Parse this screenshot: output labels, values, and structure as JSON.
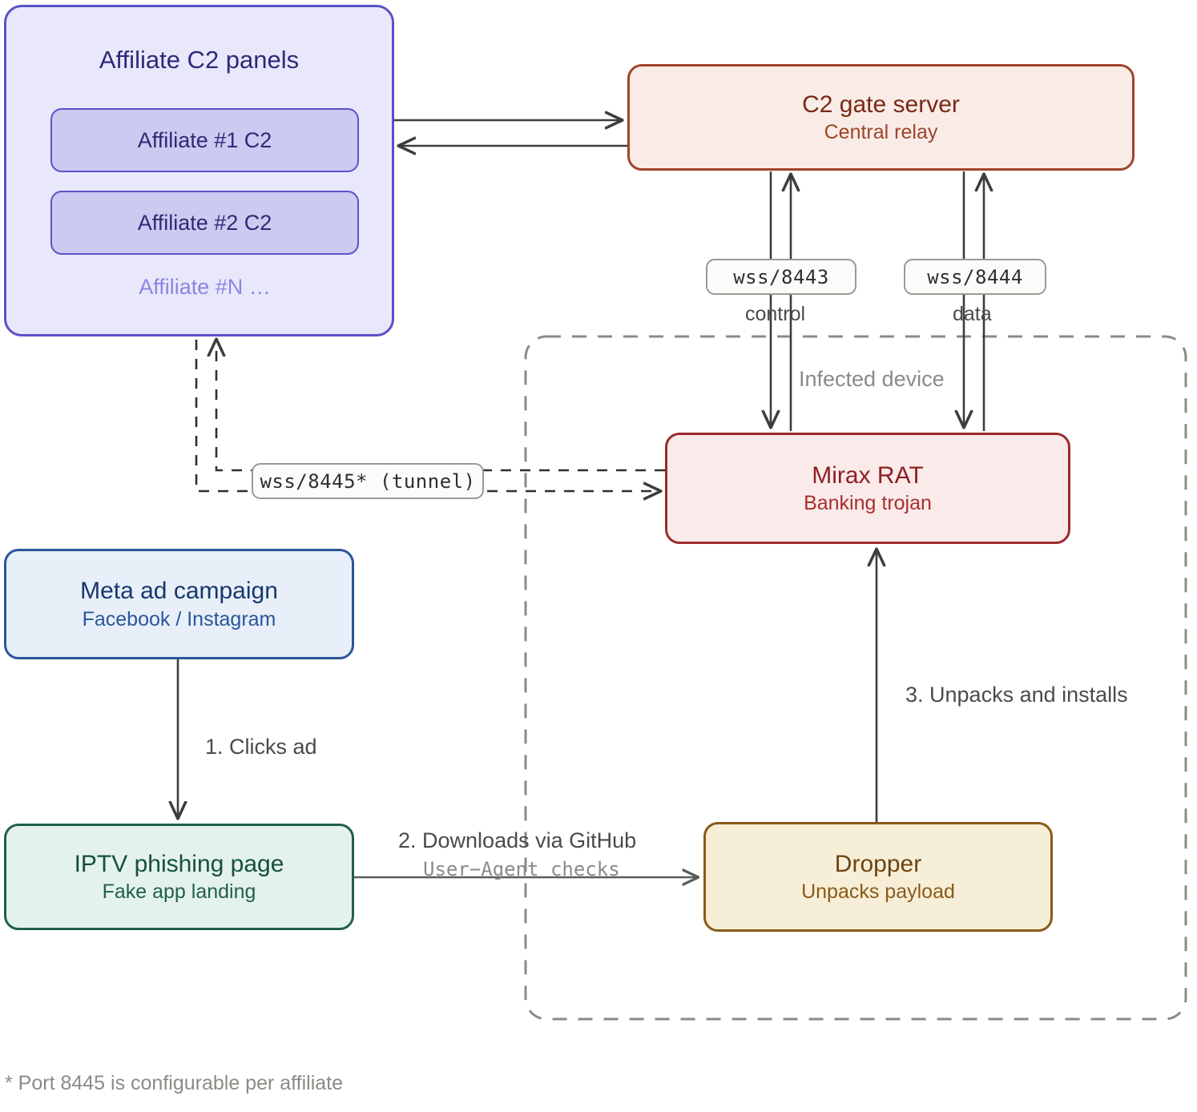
{
  "diagram": {
    "title_footnote": "* Port 8445 is configurable per affiliate"
  },
  "nodes": {
    "affiliate_group": {
      "title": "Affiliate C2 panels",
      "items": [
        {
          "label": "Affiliate #1 C2"
        },
        {
          "label": "Affiliate #2 C2"
        }
      ],
      "more_label": "Affiliate #N …",
      "fill": "#e9e8fb",
      "stroke": "#5b51c8"
    },
    "c2_gate": {
      "title": "C2 gate server",
      "subtitle": "Central relay",
      "fill": "#f9ece7",
      "stroke": "#a0432a"
    },
    "mirax_rat": {
      "title": "Mirax RAT",
      "subtitle": "Banking trojan",
      "fill": "#fbeaea",
      "stroke": "#9c2b2b"
    },
    "dropper": {
      "title": "Dropper",
      "subtitle": "Unpacks payload",
      "fill": "#f7eed8",
      "stroke": "#8a5a18"
    },
    "meta_ad": {
      "title": "Meta ad campaign",
      "subtitle": "Facebook / Instagram",
      "fill": "#e8eff9",
      "stroke": "#2a5699"
    },
    "iptv_page": {
      "title": "IPTV phishing page",
      "subtitle": "Fake app landing",
      "fill": "#e4f2ed",
      "stroke": "#1f6049"
    }
  },
  "boundary": {
    "label": "Infected device",
    "stroke": "#8b8b86",
    "style": "dashed"
  },
  "edges": {
    "control_chip": "wss/8443",
    "control_label": "control",
    "data_chip": "wss/8444",
    "data_label": "data",
    "tunnel_chip": "wss/8445* (tunnel)",
    "step1": "1. Clicks ad",
    "step2": "2. Downloads via GitHub",
    "step2_sub": "User−Agent checks",
    "step3": "3. Unpacks and installs"
  }
}
